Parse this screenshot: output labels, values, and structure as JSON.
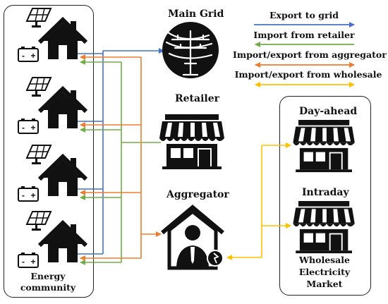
{
  "legend": {
    "items": [
      {
        "label": "Export to grid",
        "color": "#4472c4"
      },
      {
        "label": "Import from retailer",
        "color": "#70ad47"
      },
      {
        "label": "Import/export  from aggregator",
        "color": "#ed7d31"
      },
      {
        "label": "Import/export  from wholesale",
        "color": "#ffc000"
      }
    ]
  },
  "nodes": {
    "main_grid": "Main Grid",
    "retailer": "Retailer",
    "aggregator": "Aggregator",
    "day_ahead": "Day-ahead",
    "intraday": "Intraday",
    "wholesale_line1": "Wholesale",
    "wholesale_line2": "Electricity",
    "wholesale_line3": "Market",
    "community_line1": "Energy",
    "community_line2": "community"
  },
  "icons": {
    "house": "house-icon",
    "solar": "solar-panel-icon",
    "battery": "battery-icon",
    "grid": "power-pole-icon",
    "shop": "shop-icon",
    "aggregator": "aggregator-person-icon"
  },
  "battery_signs": {
    "minus": "-",
    "plus": "+"
  }
}
